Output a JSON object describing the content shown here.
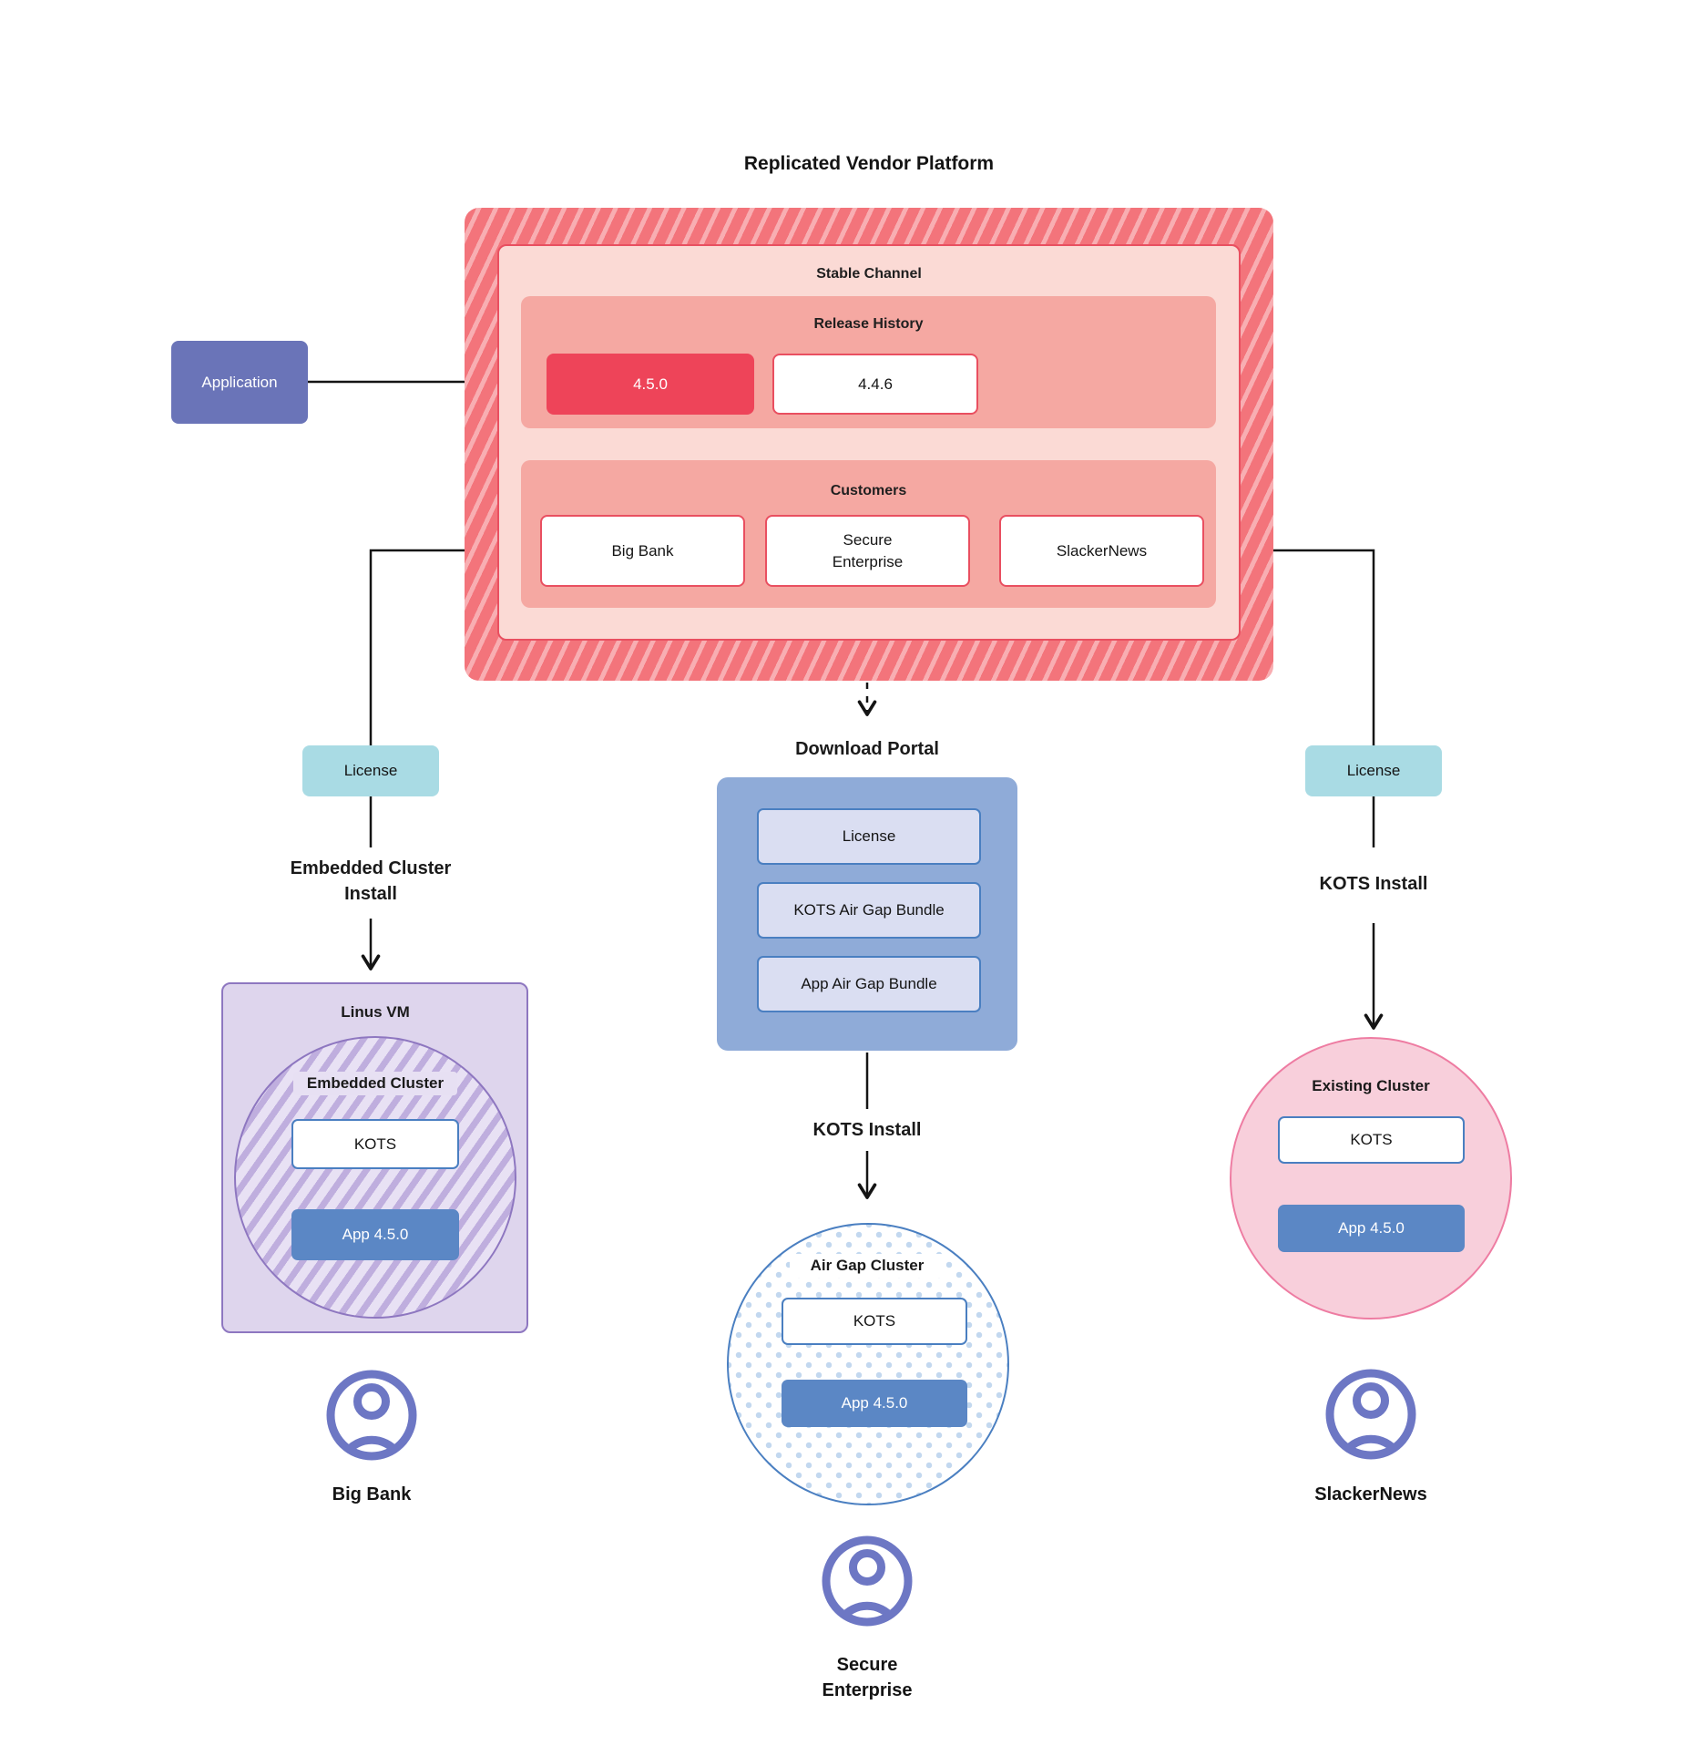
{
  "title": "Replicated Vendor Platform",
  "colors": {
    "platform_hatch_base": "#f3747b",
    "platform_hatch_stripe": "#f8aeb2",
    "channel_fill": "#fbdad5",
    "channel_border": "#e94f60",
    "section_fill": "#f5a8a2",
    "release_highlight_fill": "#ee4459",
    "application_fill": "#6a74b8",
    "license_fill": "#a9dbe4",
    "portal_fill": "#8fabd8",
    "portal_item_fill": "#dadef2",
    "blue_border": "#4a7fc1",
    "app_box_fill": "#5b87c5",
    "vm_fill": "#ded5ed",
    "vm_border": "#8e77c0",
    "existing_cluster_fill": "#f8cfdb",
    "existing_cluster_border": "#ee7ca2",
    "person_icon": "#6d77c4"
  },
  "platform": {
    "stable_channel_label": "Stable Channel",
    "release_history_label": "Release History",
    "releases": [
      {
        "version": "4.5.0",
        "highlighted": true
      },
      {
        "version": "4.4.6",
        "highlighted": false
      }
    ],
    "customers_label": "Customers",
    "customers": [
      "Big Bank",
      "Secure\nEnterprise",
      "SlackerNews"
    ]
  },
  "application_label": "Application",
  "download_portal": {
    "title": "Download Portal",
    "items": [
      "License",
      "KOTS Air Gap Bundle",
      "App Air Gap Bundle"
    ]
  },
  "left_flow": {
    "license_label": "License",
    "install_label": "Embedded Cluster\nInstall",
    "vm_label": "Linus VM",
    "cluster_label": "Embedded Cluster",
    "kots_label": "KOTS",
    "app_label": "App 4.5.0",
    "customer_name": "Big Bank"
  },
  "center_flow": {
    "install_label": "KOTS Install",
    "cluster_label": "Air Gap Cluster",
    "kots_label": "KOTS",
    "app_label": "App 4.5.0",
    "customer_name": "Secure\nEnterprise"
  },
  "right_flow": {
    "license_label": "License",
    "install_label": "KOTS Install",
    "cluster_label": "Existing Cluster",
    "kots_label": "KOTS",
    "app_label": "App 4.5.0",
    "customer_name": "SlackerNews"
  }
}
